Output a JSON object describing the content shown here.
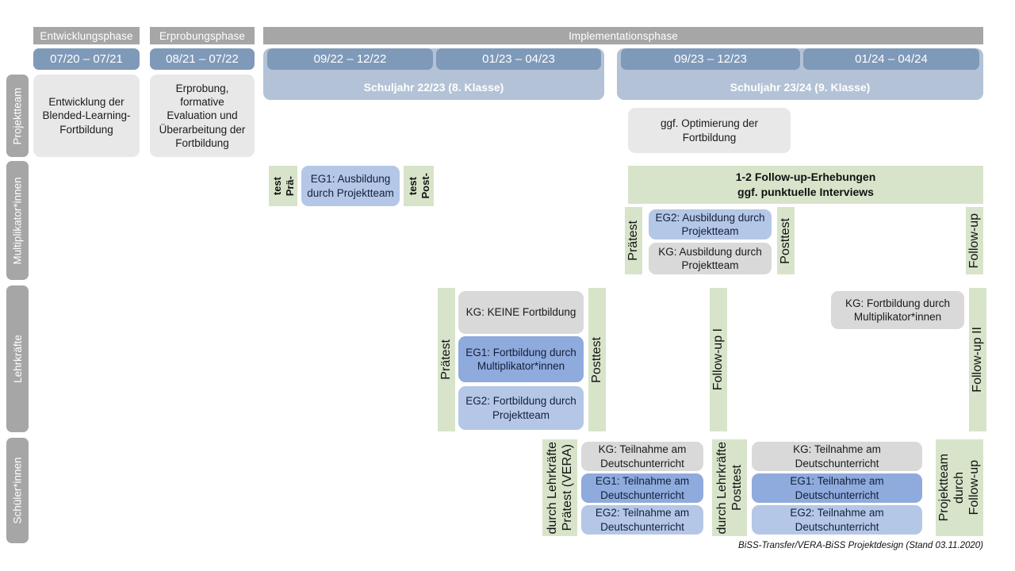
{
  "meta": {
    "footer_note": "BiSS-Transfer/VERA-BiSS Projektdesign (Stand 03.11.2020)"
  },
  "colors": {
    "phase_header_gray": "#a6a6a6",
    "period_blue": "#7f99b8",
    "schoolyear_blue": "#b3c2d6",
    "row_label_gray": "#a6a6a6",
    "card_gray": "#e8e8e8",
    "card_gray_dark": "#d9d9d9",
    "eg1_blue": "#8faadc",
    "eg2_blue": "#b4c7e7",
    "green_bar": "#d7e4ca"
  },
  "phases": [
    {
      "label": "Entwicklungsphase"
    },
    {
      "label": "Erprobungsphase"
    },
    {
      "label": "Implementationsphase"
    }
  ],
  "periods": [
    {
      "label": "07/20 – 07/21"
    },
    {
      "label": "08/21 – 07/22"
    },
    {
      "label": "09/22 – 12/22"
    },
    {
      "label": "01/23 – 04/23"
    },
    {
      "label": "09/23 – 12/23"
    },
    {
      "label": "01/24 – 04/24"
    }
  ],
  "school_years": [
    {
      "label": "Schuljahr 22/23 (8. Klasse)"
    },
    {
      "label": "Schuljahr 23/24 (9. Klasse)"
    }
  ],
  "row_labels": [
    {
      "label": "Projektteam"
    },
    {
      "label": "Multiplikator*innen"
    },
    {
      "label": "Lehrkräfte"
    },
    {
      "label": "Schüler*innen"
    }
  ],
  "projektteam_row": {
    "cards": [
      {
        "label": "Entwicklung der Blended-Learning-Fortbildung"
      },
      {
        "label": "Erprobung, formative Evaluation und Überarbeitung der Fortbildung"
      },
      {
        "label": "ggf. Optimierung der Fortbildung"
      }
    ]
  },
  "multiplikator_row": {
    "praetest_left": {
      "line1": "Prä-",
      "line2": "test"
    },
    "posttest_left": {
      "line1": "Post-",
      "line2": "test"
    },
    "card_eg1": {
      "label": "EG1: Ausbildung durch Projektteam"
    },
    "followup_banner": {
      "line1": "1-2 Follow-up-Erhebungen",
      "line2": "ggf. punktuelle Interviews"
    },
    "praetest_right": {
      "line1": "Prätest"
    },
    "posttest_right": {
      "line1": "Posttest"
    },
    "followup_right": {
      "line1": "Follow-up"
    },
    "card_eg2": {
      "label": "EG2: Ausbildung durch Projektteam"
    },
    "card_kg": {
      "label": "KG: Ausbildung durch Projektteam"
    }
  },
  "lehrkraefte_row": {
    "praetest": {
      "line1": "Prätest"
    },
    "posttest": {
      "line1": "Posttest"
    },
    "followup1": {
      "line1": "Follow-up I"
    },
    "followup2": {
      "line1": "Follow-up II"
    },
    "card_kg": {
      "label": "KG:  KEINE Fortbildung"
    },
    "card_eg1": {
      "label": "EG1: Fortbildung durch Multiplikator*innen"
    },
    "card_eg2": {
      "label": "EG2: Fortbildung durch Projektteam"
    },
    "card_kg_right": {
      "label": "KG: Fortbildung durch Multiplikator*innen"
    }
  },
  "schueler_row": {
    "praetest": {
      "line1": "Prätest (VERA)",
      "line2": "durch Lehrkräfte"
    },
    "posttest": {
      "line1": "Posttest",
      "line2": "durch Lehrkräfte"
    },
    "followup": {
      "line1": "Follow-up",
      "line2": "durch",
      "line3": "Projektteam"
    },
    "left_cards": [
      {
        "label": "KG: Teilnahme am Deutschunterricht",
        "style": "gray"
      },
      {
        "label": "EG1: Teilnahme am Deutschunterricht",
        "style": "eg1"
      },
      {
        "label": "EG2: Teilnahme am Deutschunterricht",
        "style": "eg2"
      }
    ],
    "right_cards": [
      {
        "label": "KG: Teilnahme am Deutschunterricht",
        "style": "gray"
      },
      {
        "label": "EG1: Teilnahme am Deutschunterricht",
        "style": "eg1"
      },
      {
        "label": "EG2: Teilnahme am Deutschunterricht",
        "style": "eg2"
      }
    ]
  }
}
